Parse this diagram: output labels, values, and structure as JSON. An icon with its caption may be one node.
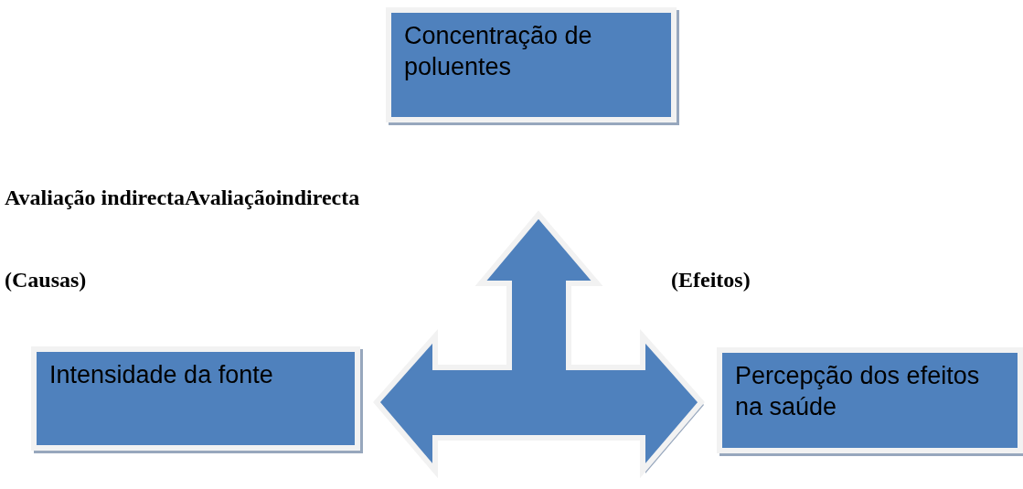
{
  "diagram": {
    "nodes": [
      {
        "text": [
          "Concentração de poluentes"
        ]
      },
      {
        "text": [],
        "shape": "arrow"
      },
      {
        "text": [
          "Intensidade da fonte"
        ]
      },
      {
        "text": [
          "Percepção dos efeitos na saúde"
        ]
      }
    ],
    "labels": [
      "Avaliação indirectaAvaliaçãoindirecta",
      "(Causas)",
      "(Efeitos)"
    ]
  }
}
